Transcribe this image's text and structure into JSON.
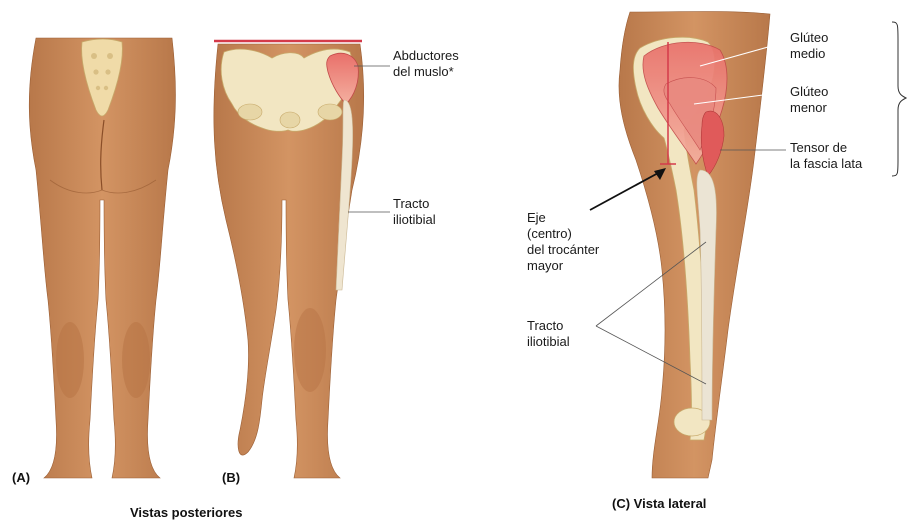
{
  "panels": {
    "a": {
      "letter": "(A)"
    },
    "b": {
      "letter": "(B)"
    },
    "c": {
      "letter": "(C)",
      "caption": "Vista lateral"
    }
  },
  "captions": {
    "posterior": "Vistas posteriores"
  },
  "labels": {
    "abductores_line1": "Abductores",
    "abductores_line2": "del muslo*",
    "tracto_b_line1": "Tracto",
    "tracto_b_line2": "iliotibial",
    "gluteo_medio_line1": "Glúteo",
    "gluteo_medio_line2": "medio",
    "gluteo_menor_line1": "Glúteo",
    "gluteo_menor_line2": "menor",
    "tensor_line1": "Tensor de",
    "tensor_line2": "la fascia lata",
    "eje_line1": "Eje",
    "eje_line2": "(centro)",
    "eje_line3": "del trocánter",
    "eje_line4": "mayor",
    "tracto_c_line1": "Tracto",
    "tracto_c_line2": "iliotibial"
  },
  "colors": {
    "skin": "#c98a5a",
    "skin_shadow": "#a96a3e",
    "bone": "#f2e6c2",
    "muscle": "#e25a5a",
    "pelvis_line": "#d43a4a",
    "band": "#e8dfcf",
    "text": "#1a1a1a"
  }
}
